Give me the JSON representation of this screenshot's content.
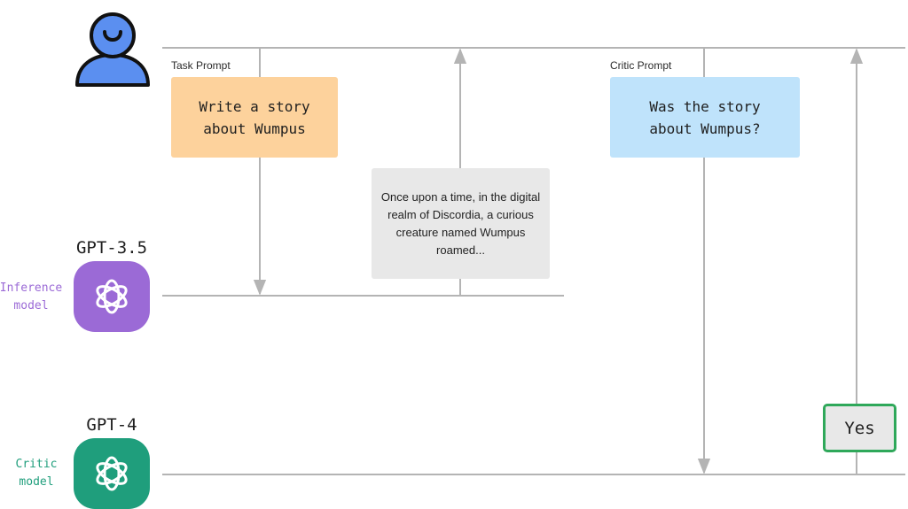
{
  "user": {
    "icon": "user-icon"
  },
  "task_prompt": {
    "caption": "Task Prompt",
    "text": "Write a story\nabout Wumpus",
    "color": "#fdd29c"
  },
  "critic_prompt": {
    "caption": "Critic Prompt",
    "text": "Was the story\nabout Wumpus?",
    "color": "#bfe3fb"
  },
  "story_output": {
    "text": "Once upon a time, in the digital realm of Discordia, a curious creature named Wumpus roamed..."
  },
  "critic_answer": {
    "text": "Yes",
    "border_color": "#2fa85a"
  },
  "inference_model": {
    "name": "GPT-3.5",
    "role": "Inference\nmodel",
    "role_color": "#9b6ad6",
    "icon_color": "#9b6ad6",
    "icon": "openai-icon"
  },
  "critic_model": {
    "name": "GPT-4",
    "role": "Critic\nmodel",
    "role_color": "#1f9e7c",
    "icon_color": "#1f9e7c",
    "icon": "openai-icon"
  }
}
